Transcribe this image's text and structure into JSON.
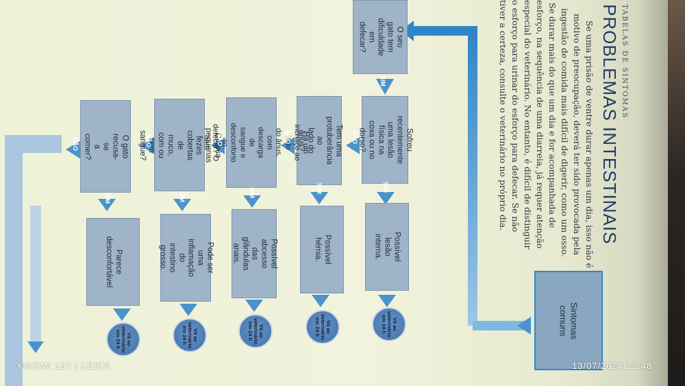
{
  "page": {
    "section_label": "TABELAS DE SINTOMAS",
    "title": "PROBLEMAS INTESTINAIS",
    "body_lines": [
      "Se uma prisão de ventre durar apenas um dia, isso não é",
      "motivo de preocupação, deverá ter sido provocada pela",
      "ingestão de comida mais difícil de digerir, como um osso.",
      "Se durar mais do que um dia e for acompanhada de",
      "esforço, na sequência de uma diarreia, já requer atenção",
      "especial do veterinário. No entanto, é difícil de distinguir",
      "o esforço para urinar do esforço para defecar. Se não",
      "tiver a certeza, consulte o veterinário no próprio dia."
    ]
  },
  "flowchart": {
    "start_box": "O seu gato tem\ndificuldade em\ndefecar?",
    "common_box": "Sintomas\ncomuns",
    "questions": [
      "Sofreu recentemente\numa lesão física na\ncoxa ou no dorso?",
      "Tem uma\nprotuberância ao\nlado do ânus?",
      "Há um inchaço ao lado\ndo ânus, com descarga de\nsangue e desconforto ao\ndefecar? O gato lambe-se?",
      "Defeca pequenas\nfezes cobertas de\nmuco, com ou\nsem sangue?",
      "O gato recusa-se\na comer?"
    ],
    "results": [
      "Possível lesão interna.",
      "Possível hérnia.",
      "Possível abcesso das\nglândulas anais.",
      "Pode ser uma\ninflamação do\nintestino grosso.",
      "Parece\ndesconfortável"
    ],
    "vet_label": "Vá ao\nveterinário\nem 24 h",
    "yes_label": "SIM",
    "no_label": "NÃO"
  },
  "watermark": {
    "camera": "XIAOMI 13T | LEICA",
    "datetime": "13/07/2024  12:48"
  },
  "colors": {
    "accent_blue": "#2f86c6",
    "box_fill": "#9fb4c8",
    "vet_fill": "#4f7fb6"
  }
}
